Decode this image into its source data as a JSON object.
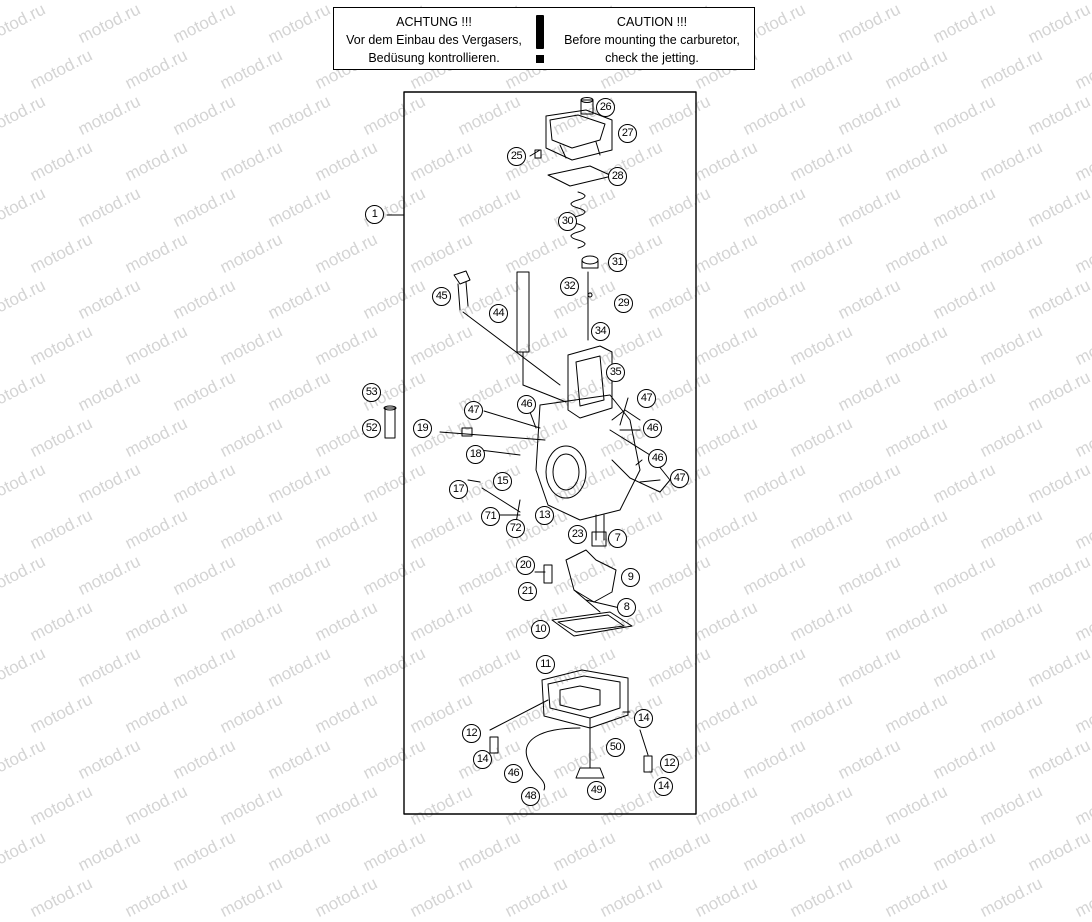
{
  "warning": {
    "de_title": "ACHTUNG !!!",
    "de_line1": "Vor dem Einbau des Vergasers,",
    "de_line2": "Bedüsung kontrollieren.",
    "en_title": "CAUTION !!!",
    "en_line1": "Before mounting the carburetor,",
    "en_line2": "check the jetting."
  },
  "watermark_text": "motod.ru",
  "callouts": [
    "1",
    "26",
    "27",
    "25",
    "28",
    "30",
    "31",
    "32",
    "29",
    "34",
    "45",
    "44",
    "35",
    "53",
    "52",
    "19",
    "47",
    "46",
    "18",
    "15",
    "17",
    "71",
    "72",
    "13",
    "23",
    "7",
    "20",
    "21",
    "9",
    "8",
    "10",
    "11",
    "14",
    "12",
    "50",
    "49",
    "48"
  ],
  "colors": {
    "line": "#000000",
    "watermark": "#d4d4d4",
    "background": "#ffffff"
  }
}
